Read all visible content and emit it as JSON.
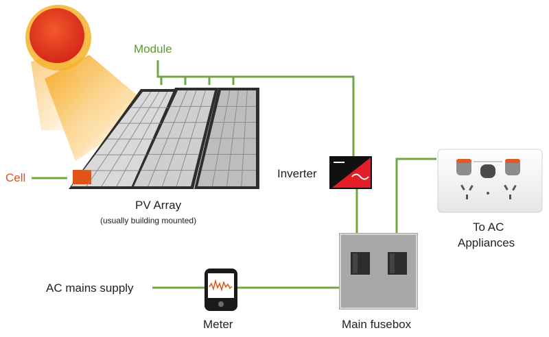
{
  "labels": {
    "module": "Module",
    "cell": "Cell",
    "pv_array": "PV Array",
    "pv_array_note": "(usually building mounted)",
    "inverter": "Inverter",
    "to_ac": "To AC",
    "appliances": "Appliances",
    "ac_mains": "AC mains supply",
    "meter": "Meter",
    "fusebox": "Main fusebox"
  },
  "colors": {
    "wire": "#6fa842",
    "module_label": "#5e9a2e",
    "cell_label": "#d9531e",
    "cell_highlight": "#e0541a",
    "sun": "#e8391c",
    "inverter_red": "#e21f26",
    "fusebox": "#a8a8a8"
  },
  "icons": [
    "sun-icon",
    "pv-module-icon",
    "inverter-icon",
    "power-outlet-icon",
    "meter-icon",
    "fusebox-icon"
  ]
}
